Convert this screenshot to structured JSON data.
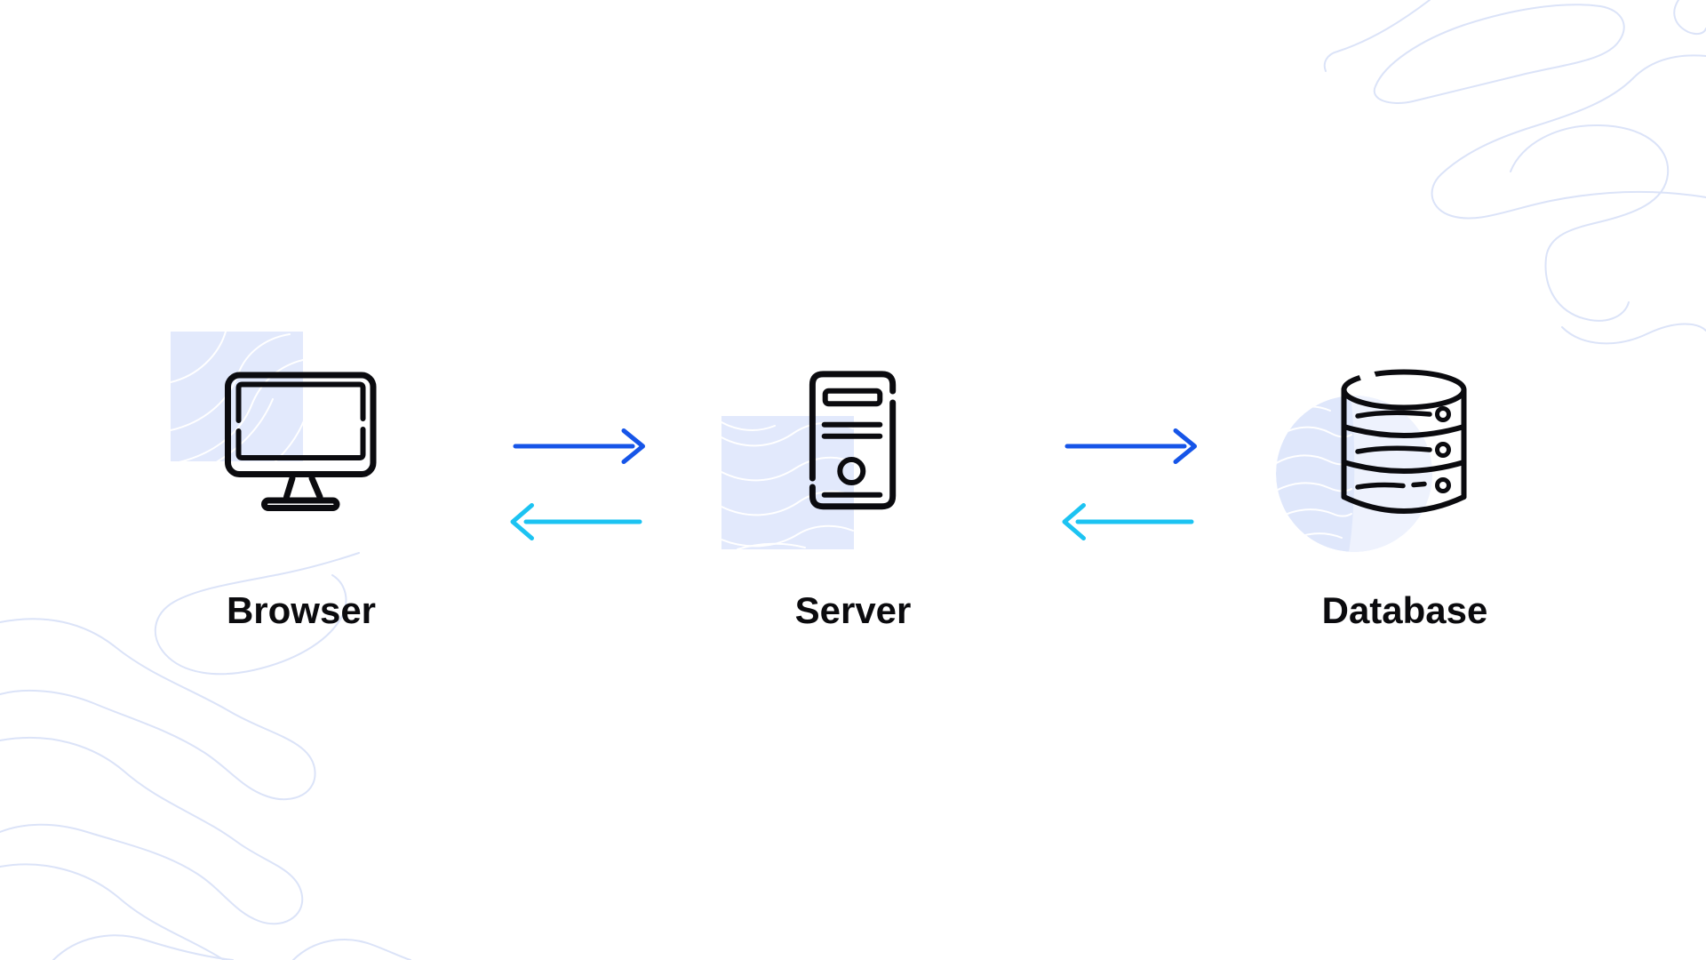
{
  "colors": {
    "background": "#FFFFFF",
    "icon_stroke": "#0B0B0F",
    "label_text": "#0B0B0E",
    "arrow_request": "#1655E8",
    "arrow_response": "#1CC3F2",
    "square_fill": "#E2E9FC",
    "square_wave": "#FFFFFF",
    "circle_fill": "#DFE7FB",
    "circle_highlight": "#EEF2FD",
    "decor_stroke": "#DBE3F8"
  },
  "nodes": [
    {
      "id": "browser",
      "label": "Browser",
      "icon": "monitor-icon"
    },
    {
      "id": "server",
      "label": "Server",
      "icon": "server-tower-icon"
    },
    {
      "id": "database",
      "label": "Database",
      "icon": "database-cylinder-icon"
    }
  ],
  "connections": [
    {
      "from": "Browser",
      "to": "Server",
      "kind": "request",
      "color": "#1655E8"
    },
    {
      "from": "Server",
      "to": "Browser",
      "kind": "response",
      "color": "#1CC3F2"
    },
    {
      "from": "Server",
      "to": "Database",
      "kind": "request",
      "color": "#1655E8"
    },
    {
      "from": "Database",
      "to": "Server",
      "kind": "response",
      "color": "#1CC3F2"
    }
  ]
}
